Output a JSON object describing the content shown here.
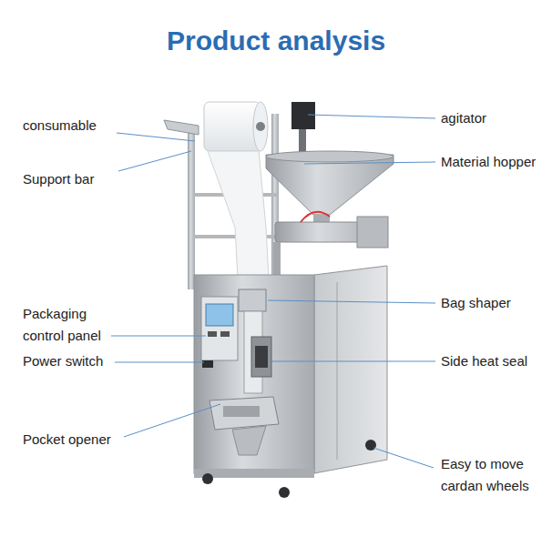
{
  "diagram": {
    "title": "Product analysis",
    "labels": [
      "consumable",
      "Support bar",
      "Packaging control panel",
      "Power switch",
      "Pocket opener",
      "agitator",
      "Material hopper",
      "Bag shaper",
      "Side heat seal",
      "Easy to move cardan wheels"
    ]
  }
}
